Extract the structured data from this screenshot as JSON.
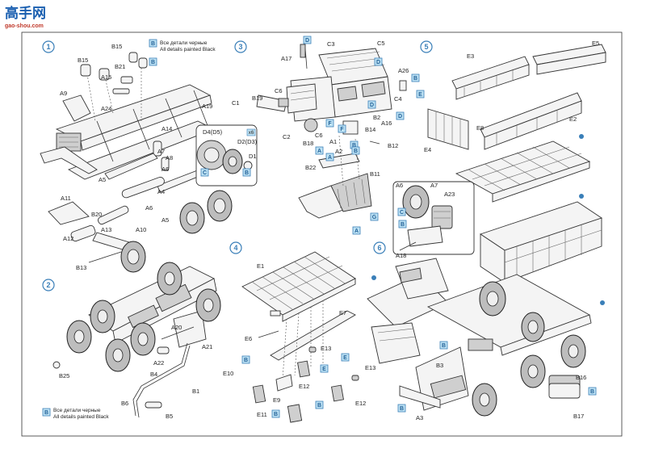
{
  "watermark": {
    "glyphs": "高手网",
    "domain": "gao-shou.com"
  },
  "steps": [
    "1",
    "2",
    "3",
    "4",
    "5",
    "6"
  ],
  "colors": {
    "accent": "#3a7fb8",
    "tag_fill": "#bfe3f5",
    "tag_stroke": "#3a7fb8",
    "line": "#333333"
  },
  "notes": {
    "step1": {
      "ru": "Все детали черные",
      "en": "All details painted Black"
    },
    "step2": {
      "ru": "Все детали черные",
      "en": "All details painted Black"
    }
  },
  "qty_badge": "x6",
  "tags": {
    "t1a": "B",
    "t1b": "B",
    "t1c": "B",
    "t1d": "C",
    "t2a": "B",
    "t3a": "D",
    "t3b": "D",
    "t3c": "E",
    "t3d": "B",
    "t3e": "D",
    "t3f": "F",
    "t3g": "F",
    "t3h": "B",
    "t3i": "A",
    "t3j": "A",
    "t3k": "G",
    "t3l": "A",
    "t3m": "B",
    "t3n": "D",
    "t4a": "E",
    "t4b": "E",
    "t4c": "B",
    "t4d": "B",
    "t4e": "B",
    "t6a": "C",
    "t6b": "B",
    "t6c": "B",
    "t6d": "B",
    "t6e": "B"
  },
  "labels": {
    "s1": [
      "B15",
      "B15",
      "B21",
      "A15",
      "A9",
      "A24",
      "A19",
      "A14",
      "A7",
      "A8",
      "A6",
      "A5",
      "A4",
      "A6",
      "A5",
      "A11",
      "B20",
      "A12",
      "A13",
      "A10",
      "B13",
      "D4(D5)",
      "D2(D3)",
      "D1"
    ],
    "s2": [
      "A20",
      "A21",
      "A22",
      "B4",
      "B1",
      "B25",
      "B6",
      "B5"
    ],
    "s3": [
      "A17",
      "C3",
      "C5",
      "A26",
      "C4",
      "B19",
      "C1",
      "C6",
      "C2",
      "B2",
      "A16",
      "B18",
      "C6",
      "B14",
      "A1",
      "A2",
      "B12",
      "B22",
      "B11"
    ],
    "s4": [
      "E1",
      "E7",
      "E6",
      "E13",
      "E13",
      "E10",
      "E12",
      "E9",
      "E11",
      "E12"
    ],
    "s5": [
      "E3",
      "E5",
      "E8",
      "E2",
      "E4"
    ],
    "s6": [
      "A6",
      "A7",
      "A23",
      "A18",
      "B3",
      "B16",
      "B17",
      "A3"
    ]
  }
}
